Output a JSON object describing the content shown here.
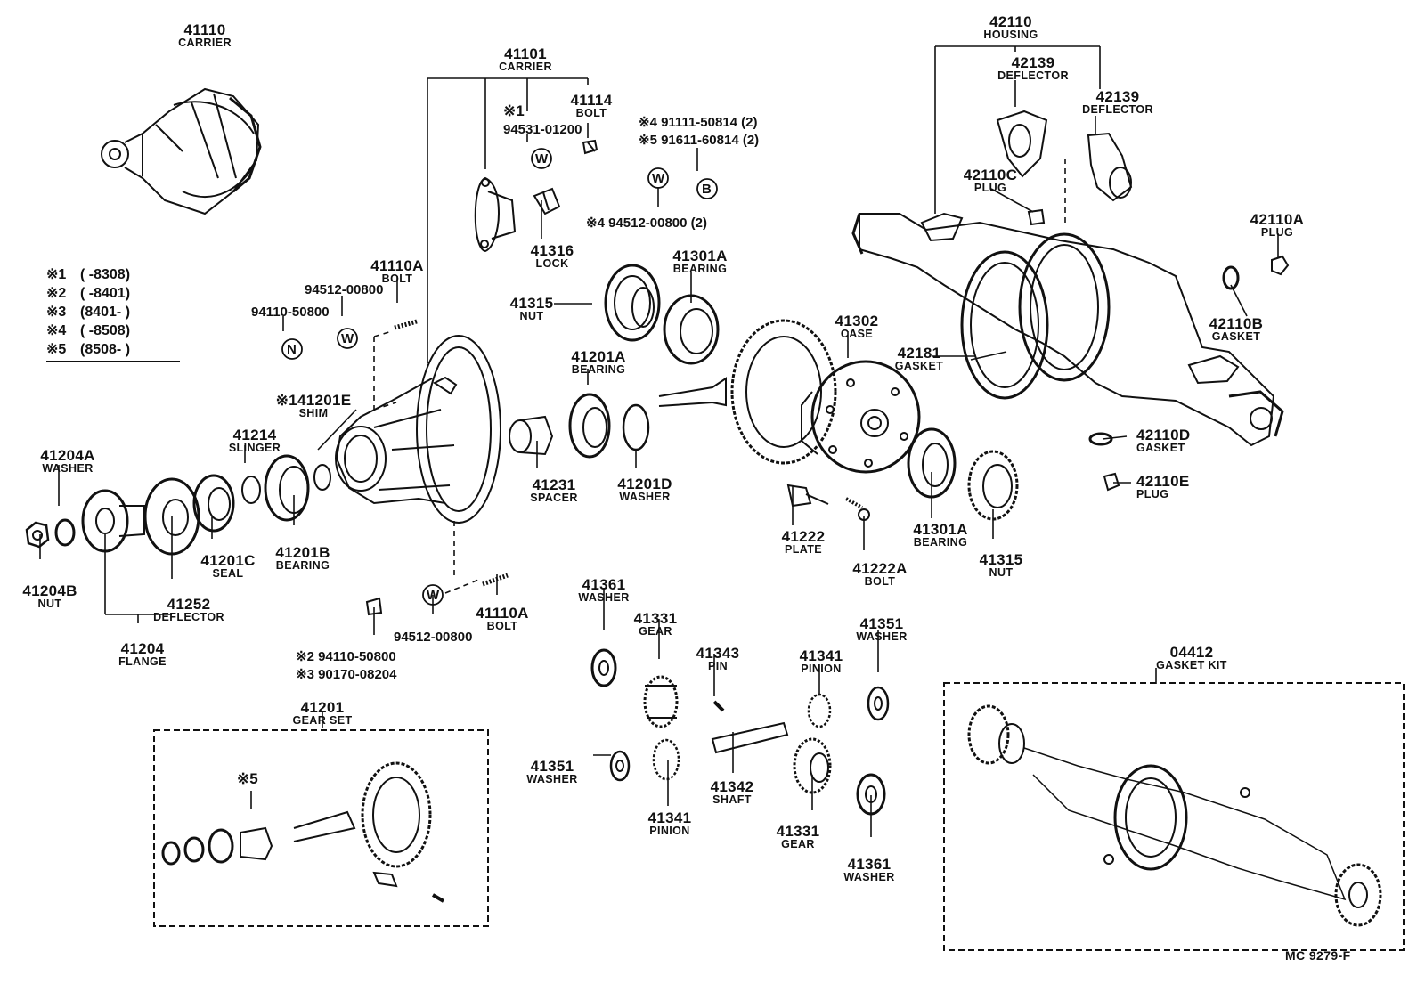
{
  "diagram": {
    "drawing_code": "MC  9279-F",
    "legend": [
      {
        "mark": "※1",
        "range": "(       -8308)"
      },
      {
        "mark": "※2",
        "range": "(       -8401)"
      },
      {
        "mark": "※3",
        "range": "(8401-       )"
      },
      {
        "mark": "※4",
        "range": "(       -8508)"
      },
      {
        "mark": "※5",
        "range": "(8508-       )"
      }
    ],
    "parts": {
      "p41110": {
        "pn": "41110",
        "name": "CARRIER"
      },
      "p41101": {
        "pn": "41101",
        "name": "CARRIER"
      },
      "p41114": {
        "pn": "41114",
        "name": "BOLT"
      },
      "p41316": {
        "pn": "41316",
        "name": "LOCK"
      },
      "p41110A_top": {
        "pn": "41110A",
        "name": "BOLT"
      },
      "p41315_top": {
        "pn": "41315",
        "name": "NUT"
      },
      "p41301A_top": {
        "pn": "41301A",
        "name": "BEARING"
      },
      "p41201A": {
        "pn": "41201A",
        "name": "BEARING"
      },
      "p41201E": {
        "pn": "※141201E",
        "name": "SHIM"
      },
      "p41214": {
        "pn": "41214",
        "name": "SLINGER"
      },
      "p41204A": {
        "pn": "41204A",
        "name": "WASHER"
      },
      "p41204B": {
        "pn": "41204B",
        "name": "NUT"
      },
      "p41201C": {
        "pn": "41201C",
        "name": "SEAL"
      },
      "p41201B": {
        "pn": "41201B",
        "name": "BEARING"
      },
      "p41252": {
        "pn": "41252",
        "name": "DEFLECTOR"
      },
      "p41204": {
        "pn": "41204",
        "name": "FLANGE"
      },
      "p41231": {
        "pn": "41231",
        "name": "SPACER"
      },
      "p41201D": {
        "pn": "41201D",
        "name": "WASHER"
      },
      "p41302": {
        "pn": "41302",
        "name": "CASE"
      },
      "p41222": {
        "pn": "41222",
        "name": "PLATE"
      },
      "p41222A": {
        "pn": "41222A",
        "name": "BOLT"
      },
      "p41301A_bot": {
        "pn": "41301A",
        "name": "BEARING"
      },
      "p41315_bot": {
        "pn": "41315",
        "name": "NUT"
      },
      "p41110A_bot": {
        "pn": "41110A",
        "name": "BOLT"
      },
      "p41361_top": {
        "pn": "41361",
        "name": "WASHER"
      },
      "p41331_top": {
        "pn": "41331",
        "name": "GEAR"
      },
      "p41343": {
        "pn": "41343",
        "name": "PIN"
      },
      "p41341_top": {
        "pn": "41341",
        "name": "PINION"
      },
      "p41351_top": {
        "pn": "41351",
        "name": "WASHER"
      },
      "p41351_bot": {
        "pn": "41351",
        "name": "WASHER"
      },
      "p41341_bot": {
        "pn": "41341",
        "name": "PINION"
      },
      "p41342": {
        "pn": "41342",
        "name": "SHAFT"
      },
      "p41331_bot": {
        "pn": "41331",
        "name": "GEAR"
      },
      "p41361_bot": {
        "pn": "41361",
        "name": "WASHER"
      },
      "p41201": {
        "pn": "41201",
        "name": "GEAR SET"
      },
      "p42110": {
        "pn": "42110",
        "name": "HOUSING"
      },
      "p42139_a": {
        "pn": "42139",
        "name": "DEFLECTOR"
      },
      "p42139_b": {
        "pn": "42139",
        "name": "DEFLECTOR"
      },
      "p42110C": {
        "pn": "42110C",
        "name": "PLUG"
      },
      "p42110A": {
        "pn": "42110A",
        "name": "PLUG"
      },
      "p42110B": {
        "pn": "42110B",
        "name": "GASKET"
      },
      "p42181": {
        "pn": "42181",
        "name": "GASKET"
      },
      "p42110D": {
        "pn": "42110D",
        "name": "GASKET"
      },
      "p42110E": {
        "pn": "42110E",
        "name": "PLUG"
      },
      "p04412": {
        "pn": "04412",
        "name": "GASKET KIT"
      }
    },
    "notes": {
      "n1_mark": "※1",
      "n1_num": "94531-01200",
      "n4a": "※4 91111-50814 (2)",
      "n5a": "※5 91611-60814 (2)",
      "n4b": "※4 94512-00800 (2)",
      "n94512_top": "94512-00800",
      "n94110_top": "94110-50800",
      "n94512_bot": "94512-00800",
      "n2": "※2  94110-50800",
      "n3": "※3  90170-08204",
      "n5_gearset": "※5"
    },
    "symbols": {
      "w": "W",
      "b": "B",
      "n": "N"
    }
  }
}
